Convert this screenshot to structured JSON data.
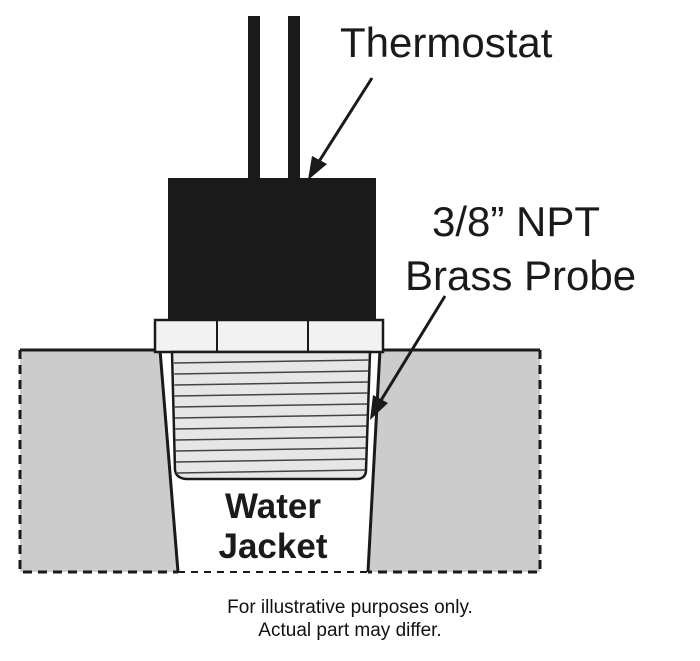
{
  "labels": {
    "thermostat": "Thermostat",
    "probe_line1": "3/8” NPT",
    "probe_line2": "Brass Probe",
    "water_line1": "Water",
    "water_line2": "Jacket"
  },
  "disclaimer": {
    "line1": "For illustrative purposes only.",
    "line2": "Actual part may differ."
  },
  "colors": {
    "ink": "#1a1a1a",
    "housing": "#cccccc",
    "thermostat_body": "#1a1a1a",
    "probe": "#e6e6e6",
    "background": "#ffffff"
  }
}
